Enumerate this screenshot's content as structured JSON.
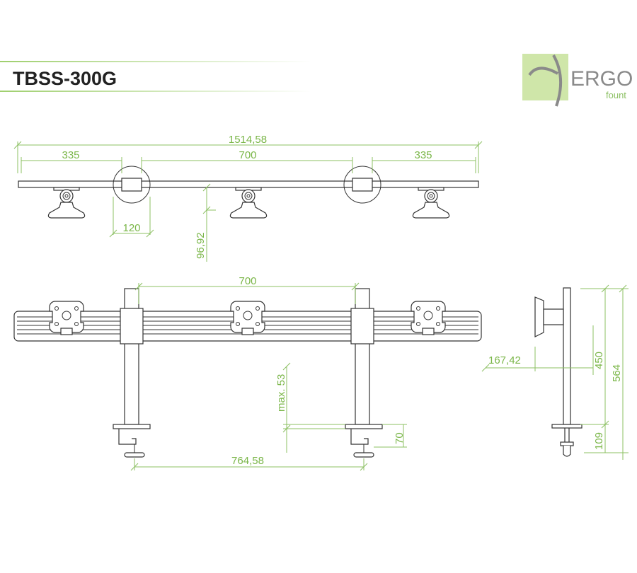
{
  "title": "TBSS-300G",
  "logo": {
    "brand": "ERGO",
    "sub": "fount"
  },
  "colors": {
    "dimension": "#7ab648",
    "outline": "#333333",
    "logo_bg": "#cfe6a9"
  },
  "top_view": {
    "overall_width": "1514,58",
    "left_arm": "335",
    "center_span": "700",
    "right_arm": "335",
    "pole_diameter": "120",
    "depth_offset": "96,92"
  },
  "front_view": {
    "pole_spacing": "700",
    "desk_thickness_max": "max. 53",
    "clamp_height": "70",
    "clamp_spacing": "764,58"
  },
  "side_view": {
    "depth": "167,42",
    "bar_height": "450",
    "total_height": "564",
    "clamp_total": "109"
  }
}
